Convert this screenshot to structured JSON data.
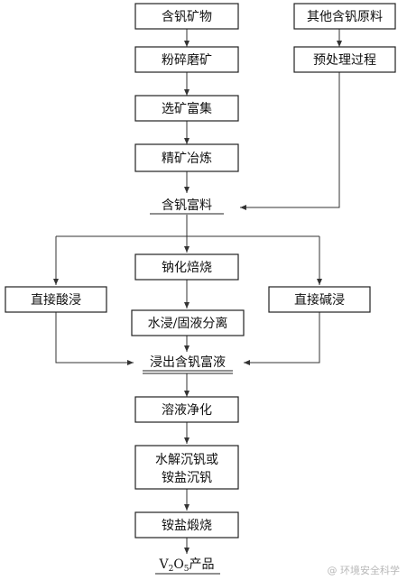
{
  "diagram": {
    "nodes": {
      "ore": "含钒矿物",
      "grinding": "粉碎磨矿",
      "beneficiation": "选矿富集",
      "concentrate_smelting": "精矿冶炼",
      "other_raw": "其他含钒原料",
      "pretreatment": "预处理过程",
      "enriched": "含钒富料",
      "sodium_roasting": "钠化焙烧",
      "acid_leach": "直接酸浸",
      "alkali_leach": "直接碱浸",
      "water_leach": "水浸/固液分离",
      "leachate": "浸出含钒富液",
      "purification": "溶液净化",
      "precip_line1": "水解沉钒或",
      "precip_line2": "铵盐沉钒",
      "calcination": "铵盐煅烧",
      "product_main": "V",
      "product_sub1": "2",
      "product_mid": "O",
      "product_sub2": "5",
      "product_tail": "产品"
    },
    "watermark": "@ 环境安全科学"
  }
}
